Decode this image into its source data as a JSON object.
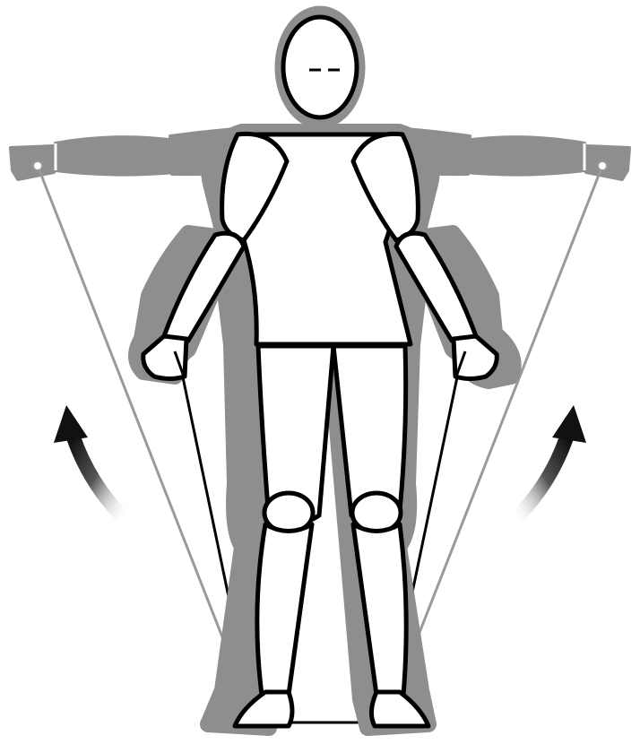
{
  "figure": {
    "subject": "standing-figure",
    "pose_start": "arms-down-holding-band",
    "pose_end": "arms-raised-lateral",
    "motion_direction": "upward-outward",
    "colors": {
      "outline": "#000000",
      "fill": "#ffffff",
      "halo": "#8e8e8e",
      "ghost_arm": "#8e8e8e",
      "band_lowered": "#000000",
      "band_raised": "#9a9a9a",
      "arrow": "#1a1a1a"
    }
  }
}
